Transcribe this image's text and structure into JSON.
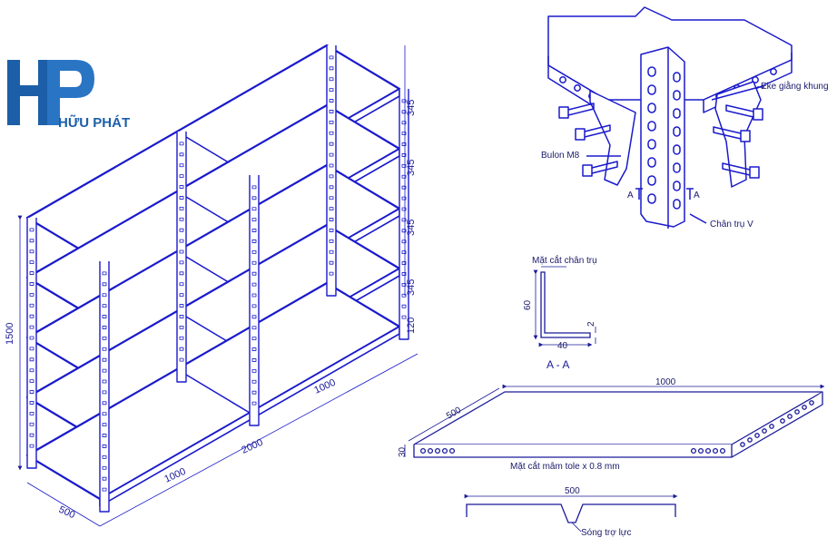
{
  "logo": {
    "initials": "HP",
    "brand": "HỮU PHÁT",
    "primary_color": "#1c5fa8"
  },
  "shelf": {
    "levels": 5,
    "bays": 2,
    "height_label": "1500",
    "depth_label": "500",
    "total_length_label": "2000",
    "bay_length_labels": [
      "1000",
      "1000"
    ],
    "level_spacing_labels": [
      "345",
      "345",
      "345",
      "345",
      "120"
    ],
    "line_color": "#1a1acc"
  },
  "detail": {
    "labels": {
      "eke": "Eke giằng khung",
      "bulon": "Bulon M8",
      "chan_tru": "Chân trụ V",
      "section_mark": "A"
    }
  },
  "section": {
    "title": "Mặt cắt chân trụ",
    "height": "60",
    "width": "40",
    "thickness": "2",
    "caption": "A - A"
  },
  "tray": {
    "length": "1000",
    "depth": "500",
    "lip": "30",
    "caption": "Mặt cắt mâm tole x 0.8 mm"
  },
  "rib": {
    "width": "500",
    "caption": "Sóng trợ lực"
  }
}
